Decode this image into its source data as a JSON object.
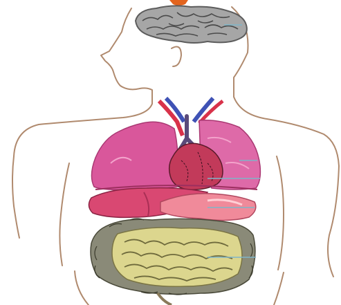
{
  "figure": {
    "organs": [
      {
        "name": "brain",
        "color": "#8f8f8f"
      },
      {
        "name": "trachea",
        "color": "#5a4a7a"
      },
      {
        "name": "aorta",
        "color": "#d8324a"
      },
      {
        "name": "vena-cava",
        "color": "#3f52b5"
      },
      {
        "name": "lungs",
        "color": "#d9579b"
      },
      {
        "name": "heart",
        "color": "#c23a5a"
      },
      {
        "name": "liver",
        "color": "#d94872"
      },
      {
        "name": "stomach",
        "color": "#f08a9a"
      },
      {
        "name": "large-intestine",
        "color": "#7f7f6f"
      },
      {
        "name": "small-intestine",
        "color": "#d8d48a"
      }
    ],
    "outline_color": "#b08a6e",
    "pointer_color": "#7fb5c8"
  }
}
